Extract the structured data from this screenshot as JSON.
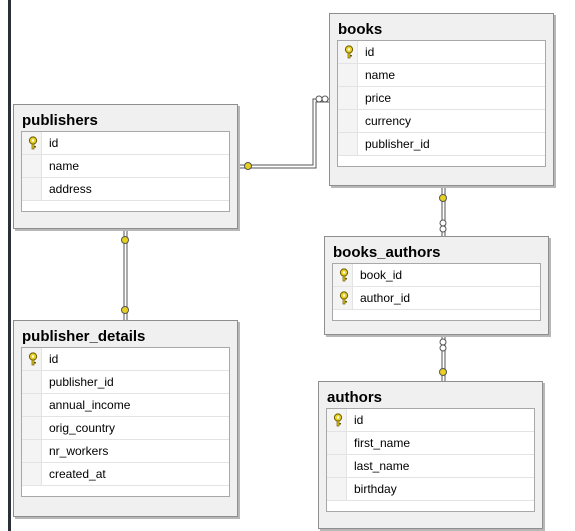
{
  "tables": {
    "books": {
      "name": "books",
      "columns": [
        "id",
        "name",
        "price",
        "currency",
        "publisher_id"
      ],
      "pk": [
        "id"
      ]
    },
    "publishers": {
      "name": "publishers",
      "columns": [
        "id",
        "name",
        "address"
      ],
      "pk": [
        "id"
      ]
    },
    "books_authors": {
      "name": "books_authors",
      "columns": [
        "book_id",
        "author_id"
      ],
      "pk": [
        "book_id",
        "author_id"
      ]
    },
    "publisher_details": {
      "name": "publisher_details",
      "columns": [
        "id",
        "publisher_id",
        "annual_income",
        "orig_country",
        "nr_workers",
        "created_at"
      ],
      "pk": [
        "id"
      ]
    },
    "authors": {
      "name": "authors",
      "columns": [
        "id",
        "first_name",
        "last_name",
        "birthday"
      ],
      "pk": [
        "id"
      ]
    }
  },
  "relationships": [
    {
      "from": "publishers",
      "to": "books",
      "type": "one-to-many"
    },
    {
      "from": "publishers",
      "to": "publisher_details",
      "type": "one-to-one"
    },
    {
      "from": "books",
      "to": "books_authors",
      "type": "one-to-many"
    },
    {
      "from": "authors",
      "to": "books_authors",
      "type": "one-to-many"
    }
  ],
  "colors": {
    "key": "#e8d020",
    "line": "#555555"
  }
}
